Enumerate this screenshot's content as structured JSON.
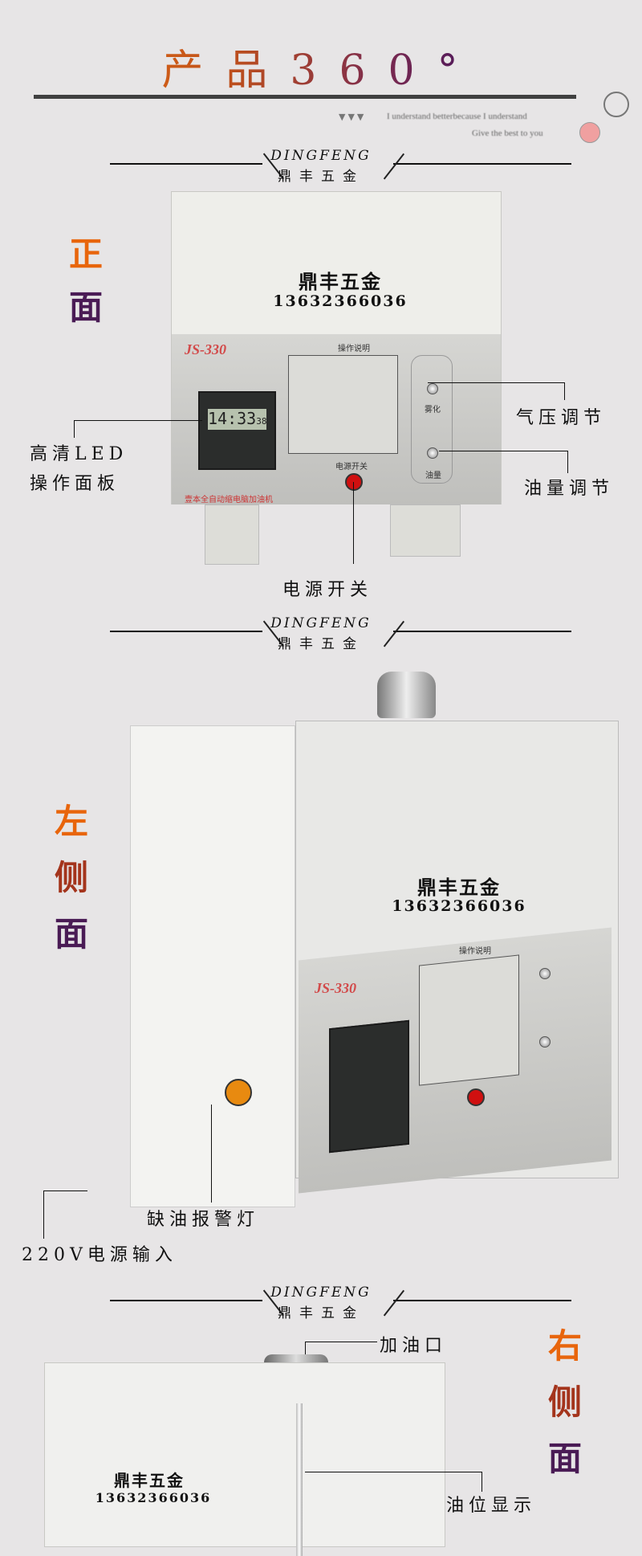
{
  "title": "产品360°",
  "tagline": {
    "line1": "I understand betterbecause I understand",
    "line2": "Give the best to you",
    "arrows": "▼▼▼"
  },
  "section_header": {
    "brand_en": "DINGFENG",
    "brand_cn": "鼎丰五金"
  },
  "watermark": {
    "name": "鼎丰五金",
    "phone": "13632366036"
  },
  "product": {
    "model": "JS-330",
    "instructions_title": "操作说明",
    "power_label": "电源开关",
    "atomize_label": "雾化",
    "oil_label": "油量",
    "bottom_text": "壹本全自动缩电脑加油机",
    "lcd_time": "14:33",
    "lcd_sec": "38"
  },
  "sections": [
    {
      "view": [
        "正",
        "面"
      ],
      "labels": {
        "air": "气压调节",
        "oil": "油量调节",
        "led1": "高清LED",
        "led2": "操作面板",
        "power": "电源开关"
      }
    },
    {
      "view": [
        "左",
        "侧",
        "面"
      ],
      "labels": {
        "alarm": "缺油报警灯",
        "input": "220V电源输入"
      }
    },
    {
      "view": [
        "右",
        "侧",
        "面"
      ],
      "labels": {
        "fill": "加油口",
        "level": "油位显示"
      }
    }
  ],
  "colors": {
    "orange": "#e8650c",
    "red": "#a4341c",
    "purple": "#4a1b55",
    "pink": "#f0a0a0"
  }
}
